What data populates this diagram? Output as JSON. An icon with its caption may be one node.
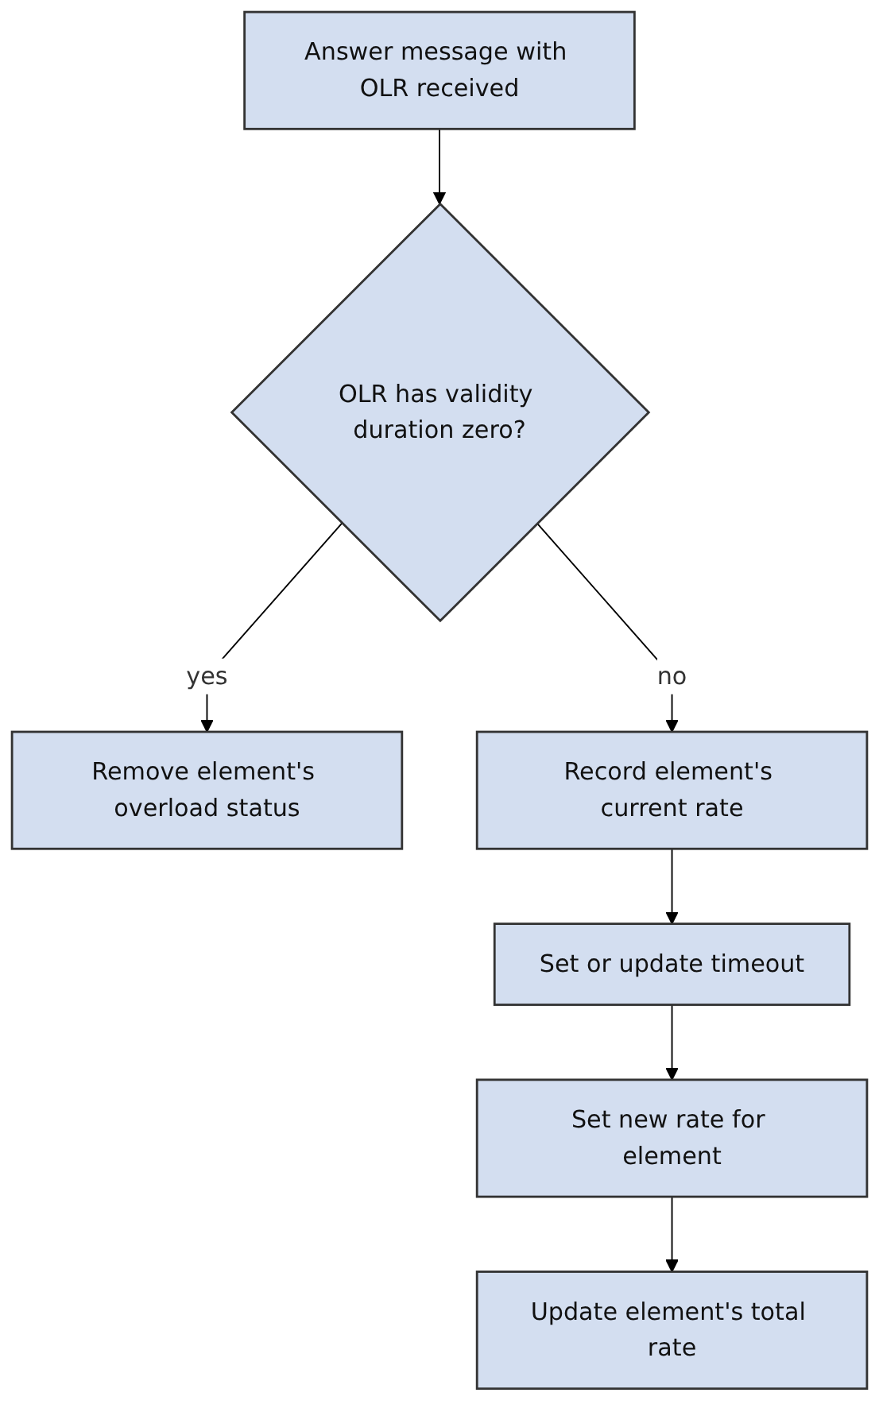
{
  "diagram": {
    "nodes": [
      {
        "text": [
          "Answer message with OLR received"
        ]
      },
      {
        "text": [
          "OLR has validity duration zero?"
        ]
      },
      {
        "text": [
          "Remove element's overload status"
        ]
      },
      {
        "text": [
          "Record element's current rate"
        ]
      },
      {
        "text": [
          "Set or update timeout"
        ]
      },
      {
        "text": [
          "Set new rate for element"
        ]
      },
      {
        "text": [
          "Update element's total rate"
        ]
      }
    ],
    "edges": [
      {
        "from": 0,
        "to": 1,
        "arrow": "to"
      },
      {
        "from": 1,
        "to": 2,
        "arrow": "to",
        "label": "yes"
      },
      {
        "from": 1,
        "to": 3,
        "arrow": "to",
        "label": "no"
      },
      {
        "from": 3,
        "to": 4,
        "arrow": "to"
      },
      {
        "from": 4,
        "to": 5,
        "arrow": "to"
      },
      {
        "from": 5,
        "to": 6,
        "arrow": "to"
      }
    ]
  }
}
